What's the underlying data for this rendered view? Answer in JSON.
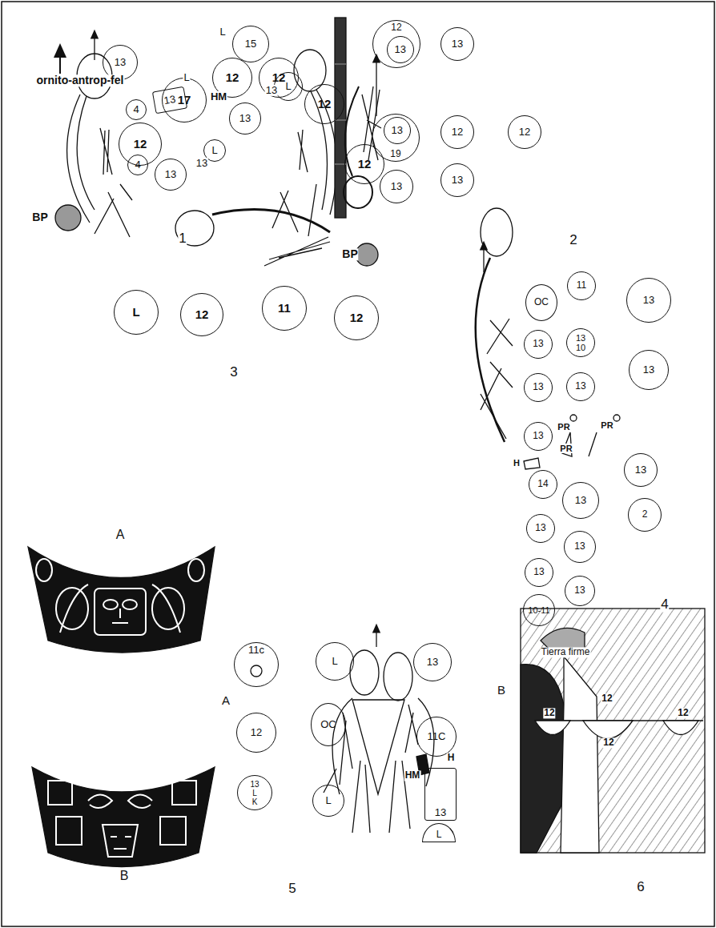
{
  "diagram": {
    "nodes": [
      {
        "text": [
          "13"
        ]
      },
      {
        "text": [
          "15"
        ]
      },
      {
        "text": [
          "L"
        ]
      },
      {
        "text": [
          "13"
        ]
      },
      {
        "text": [
          "4"
        ]
      },
      {
        "text": [
          "13"
        ]
      },
      {
        "text": [
          "L"
        ]
      },
      {
        "text": [
          "4"
        ]
      },
      {
        "text": [
          "13"
        ]
      },
      {
        "text": [
          "12"
        ]
      },
      {
        "text": [
          "13"
        ],
        "in": 9
      },
      {
        "text": [
          "13"
        ]
      },
      {
        "text": [
          "19"
        ]
      },
      {
        "text": [
          "13"
        ],
        "in": 12
      },
      {
        "text": [
          "12"
        ]
      },
      {
        "text": [
          "12"
        ]
      },
      {
        "text": [
          "13"
        ]
      },
      {
        "text": [
          "13"
        ]
      },
      {
        "text": [
          "17"
        ]
      },
      {
        "text": [
          "12"
        ]
      },
      {
        "text": [
          "12"
        ]
      },
      {
        "text": [
          "12"
        ]
      },
      {
        "text": [
          "12"
        ]
      },
      {
        "text": [
          "12"
        ]
      },
      {
        "text": [
          "L"
        ]
      },
      {
        "text": [
          "12"
        ]
      },
      {
        "text": [
          "11"
        ]
      },
      {
        "text": [
          "12"
        ]
      },
      {
        "text": [
          "OC"
        ]
      },
      {
        "text": [
          "11"
        ]
      },
      {
        "text": [
          "13"
        ]
      },
      {
        "text": [
          "13"
        ]
      },
      {
        "text": [
          "13",
          "10"
        ]
      },
      {
        "text": [
          "13"
        ]
      },
      {
        "text": [
          "13"
        ]
      },
      {
        "text": [
          "13"
        ]
      },
      {
        "text": [
          "13"
        ]
      },
      {
        "text": [
          "13"
        ]
      },
      {
        "text": [
          "14"
        ]
      },
      {
        "text": [
          "13"
        ]
      },
      {
        "text": [
          "2"
        ]
      },
      {
        "text": [
          "13"
        ]
      },
      {
        "text": [
          "13"
        ]
      },
      {
        "text": [
          "13"
        ]
      },
      {
        "text": [
          "10-11"
        ]
      },
      {
        "text": [
          "13"
        ]
      },
      {
        "text": [
          "11c"
        ]
      },
      {
        "text": [
          "L"
        ]
      },
      {
        "text": [
          "13"
        ]
      },
      {
        "text": [
          "12"
        ]
      },
      {
        "text": [
          "OC"
        ]
      },
      {
        "text": [
          "11C"
        ]
      },
      {
        "text": [
          "13",
          "L",
          "K"
        ]
      },
      {
        "text": [
          "L"
        ]
      },
      {
        "text": [
          "13"
        ]
      },
      {
        "text": [
          "L"
        ]
      }
    ],
    "labels": [
      "L",
      "L",
      "L",
      "HM",
      "13",
      "13",
      "1",
      "2",
      "ornito-antrop-fel",
      "BP",
      "BP",
      "3",
      "PR",
      "PR",
      "PR",
      "H",
      "4",
      "A",
      "B",
      "HM",
      "H",
      "5",
      "A",
      "B",
      "Tierra firme",
      "12",
      "12",
      "12",
      "12",
      "6"
    ]
  }
}
